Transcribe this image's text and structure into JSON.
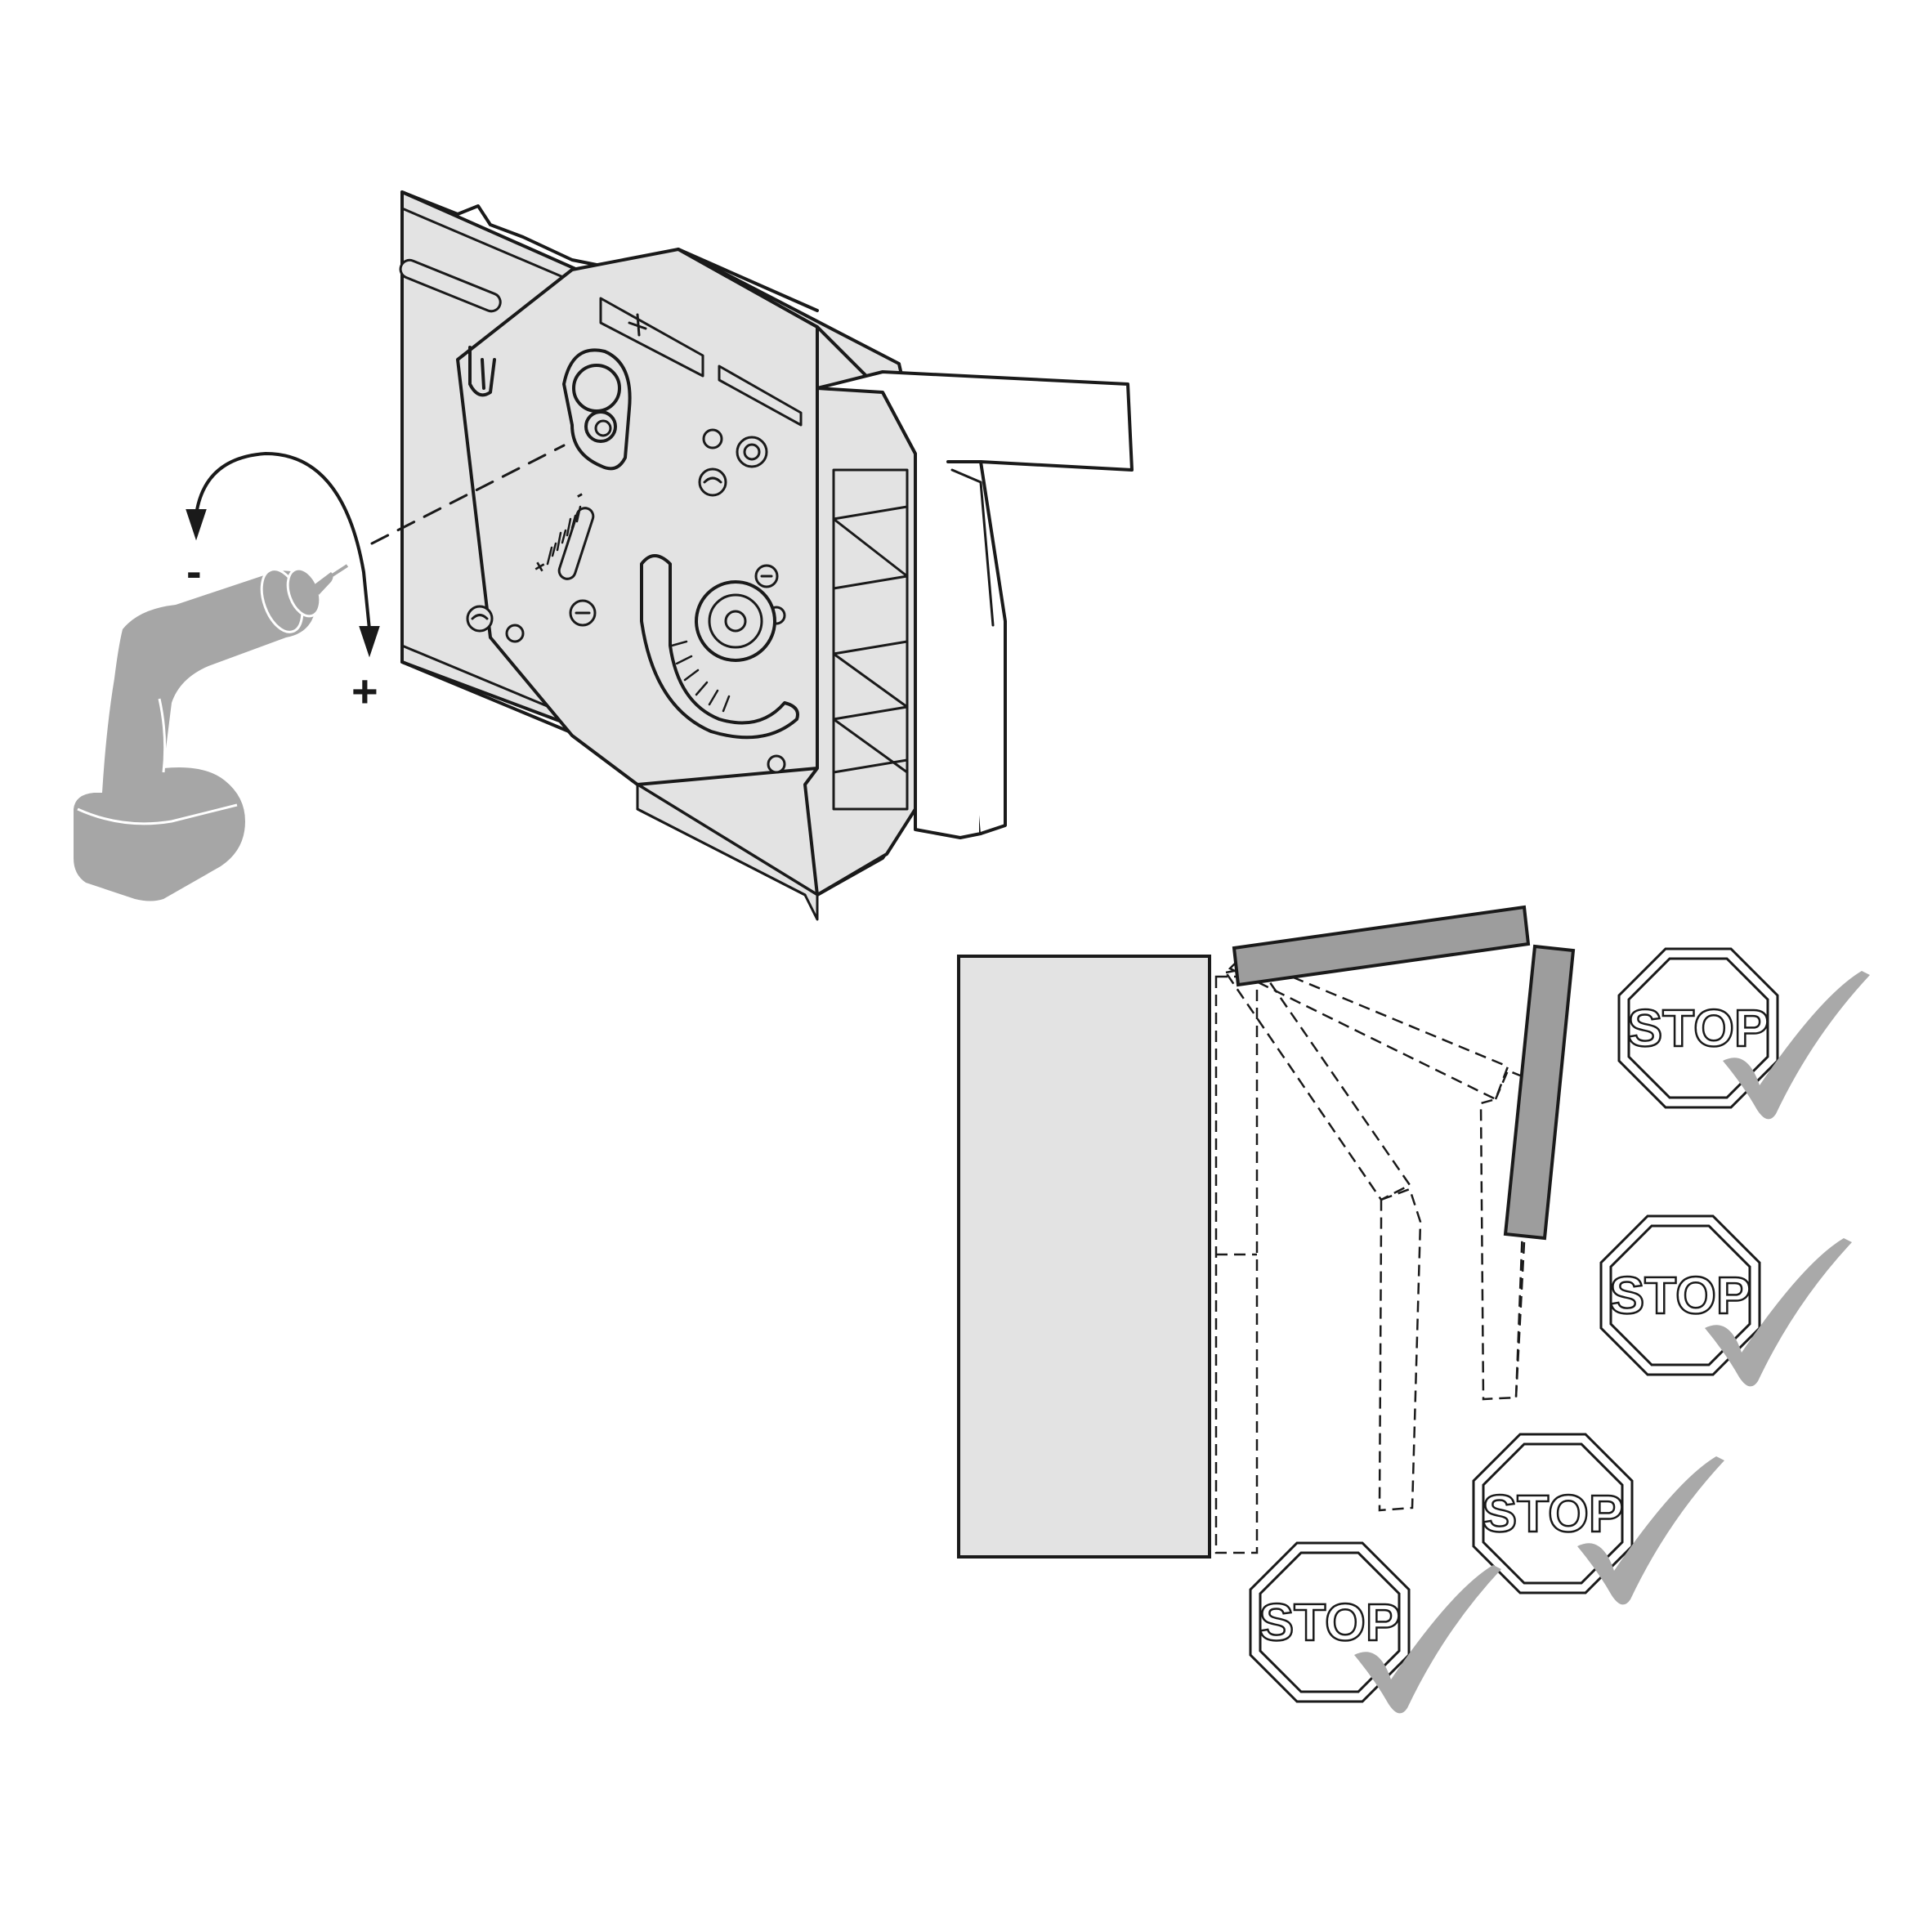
{
  "rotation_symbols": {
    "minus": "-",
    "plus": "+"
  },
  "scale_symbols": {
    "plus": "+",
    "minus": "-"
  },
  "stop_signs": [
    {
      "label": "STOP",
      "checked": true
    },
    {
      "label": "STOP",
      "checked": true
    },
    {
      "label": "STOP",
      "checked": true
    },
    {
      "label": "STOP",
      "checked": true
    }
  ],
  "colors": {
    "line": "#1a1a1a",
    "mechanism_fill": "#e3e3e3",
    "drill_fill": "#a6a6a6",
    "flap_fill": "#9d9d9d",
    "cabinet_fill": "#e3e3e3",
    "check_fill": "#a9a9a9"
  },
  "icons": [
    "drill-icon",
    "rotation-arrow-icon",
    "stop-sign-icon",
    "checkmark-icon"
  ]
}
